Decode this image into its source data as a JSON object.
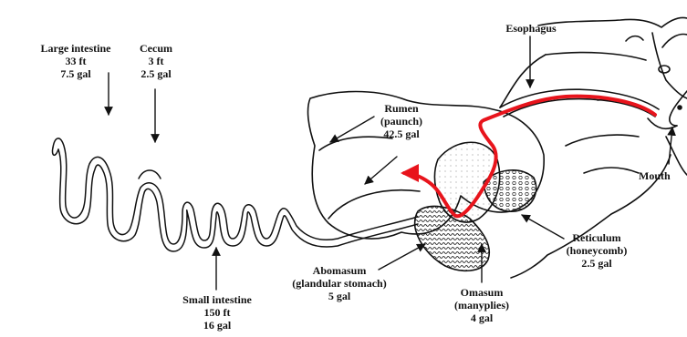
{
  "labels": {
    "large_intestine": {
      "name": "Large intestine",
      "length": "33 ft",
      "volume": "7.5 gal"
    },
    "cecum": {
      "name": "Cecum",
      "length": "3 ft",
      "volume": "2.5 gal"
    },
    "esophagus": {
      "name": "Esophagus"
    },
    "rumen": {
      "name": "Rumen",
      "alt": "(paunch)",
      "volume": "42.5 gal"
    },
    "mouth": {
      "name": "Mouth"
    },
    "reticulum": {
      "name": "Reticulum",
      "alt": "(honeycomb)",
      "volume": "2.5 gal"
    },
    "abomasum": {
      "name": "Abomasum",
      "alt": "(glandular stomach)",
      "volume": "5 gal"
    },
    "omasum": {
      "name": "Omasum",
      "alt": "(manyplies)",
      "volume": "4 gal"
    },
    "small_intestine": {
      "name": "Small intestine",
      "length": "150 ft",
      "volume": "16 gal"
    }
  },
  "colors": {
    "ink": "#111111",
    "food_path": "#e8141c"
  }
}
